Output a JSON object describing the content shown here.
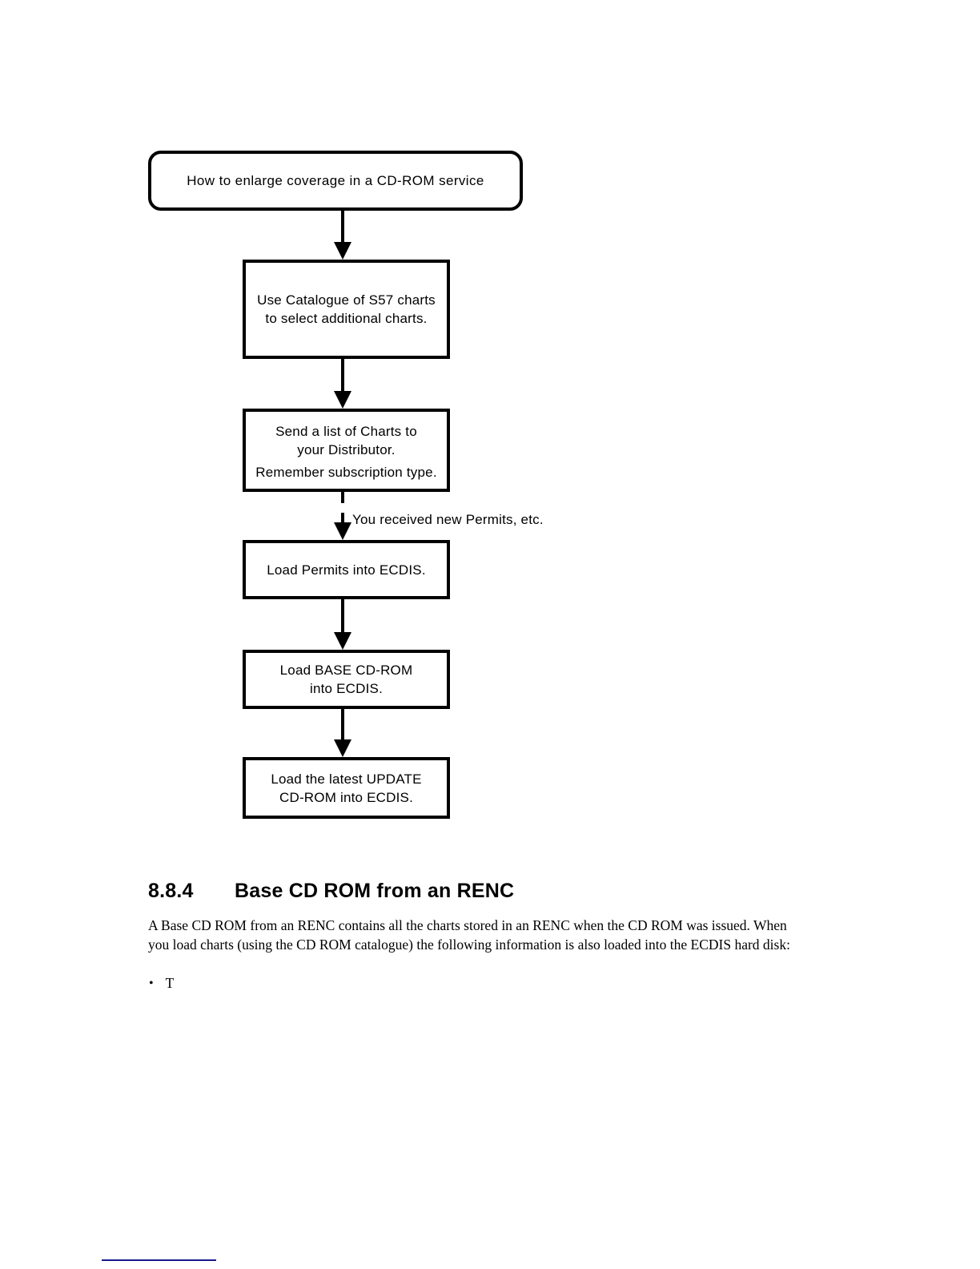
{
  "flowchart": {
    "title": "How to enlarge coverage in a CD-ROM service",
    "steps": [
      {
        "lines": [
          "Use Catalogue of S57 charts",
          "to select additional charts."
        ]
      },
      {
        "lines": [
          "Send a list of Charts to",
          "your Distributor."
        ],
        "note": "Remember subscription type."
      },
      {
        "lines": [
          "Load Permits into ECDIS."
        ]
      },
      {
        "lines": [
          "Load BASE CD-ROM",
          "into ECDIS."
        ]
      },
      {
        "lines": [
          "Load the latest UPDATE",
          "CD-ROM into ECDIS."
        ]
      }
    ],
    "arrow_label": "You received new Permits, etc.",
    "line_color": "#000000"
  },
  "section": {
    "number": "8.8.4",
    "title": "Base CD ROM from an RENC",
    "paragraph_lines": [
      "A Base CD ROM from an RENC contains all the charts stored in an RENC when the CD ROM was issued. When",
      "you load charts (using the CD ROM catalogue) the following information is also loaded into the ECDIS hard disk:"
    ],
    "bullets": [
      {
        "marker": "•",
        "text": "T"
      }
    ]
  },
  "footer": {
    "underline_color": "#1a1a8e"
  }
}
